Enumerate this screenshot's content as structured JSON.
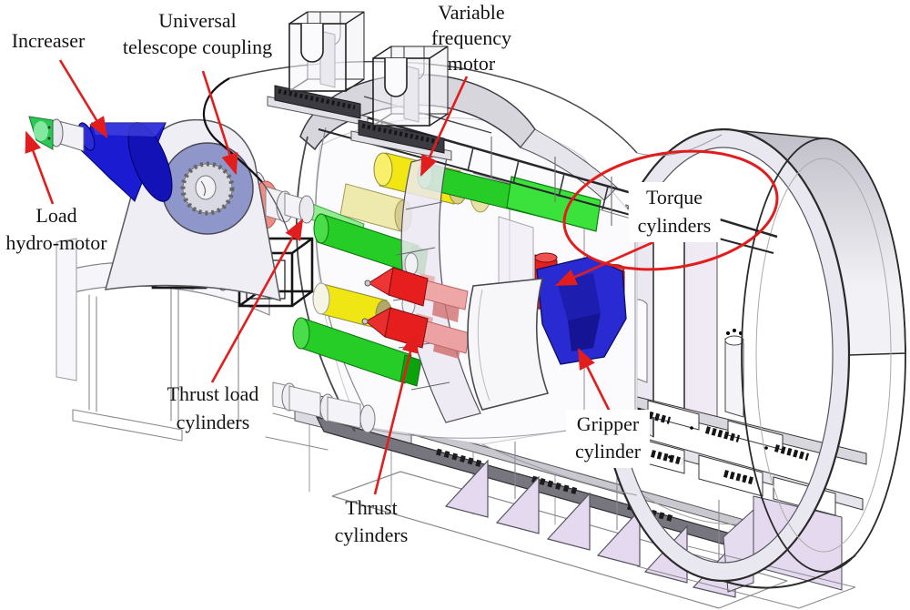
{
  "labels": {
    "increaser": {
      "lines": [
        "Increaser"
      ]
    },
    "universal_telescope_coupling": {
      "lines": [
        "Universal",
        "telescope coupling"
      ]
    },
    "variable_frequency_motor": {
      "lines": [
        "Variable",
        "frequency",
        "motor"
      ]
    },
    "torque_cylinders": {
      "lines": [
        "Torque",
        "cylinders"
      ]
    },
    "load_hydro_motor": {
      "lines": [
        "Load",
        "hydro-motor"
      ]
    },
    "thrust_load_cylinders": {
      "lines": [
        "Thrust load",
        "cylinders"
      ]
    },
    "thrust_cylinders": {
      "lines": [
        "Thrust",
        "cylinders"
      ]
    },
    "gripper_cylinder": {
      "lines": [
        "Gripper",
        "cylinder"
      ]
    }
  },
  "colors": {
    "annotation_red": "#e11d1d",
    "increaser_blue": "#1b1bd2",
    "motor_yellow": "#f2e713",
    "cylinder_green": "#27cd27",
    "part_red": "#e61e1e",
    "gripper_blue": "#2a2ad2",
    "coupling_salmon": "#ef8c86",
    "bearing_slate": "#8f96ca",
    "hydro_motor_green": "#2fc653",
    "structure_lavender": "#e4d9ee",
    "text_black": "#141414"
  }
}
